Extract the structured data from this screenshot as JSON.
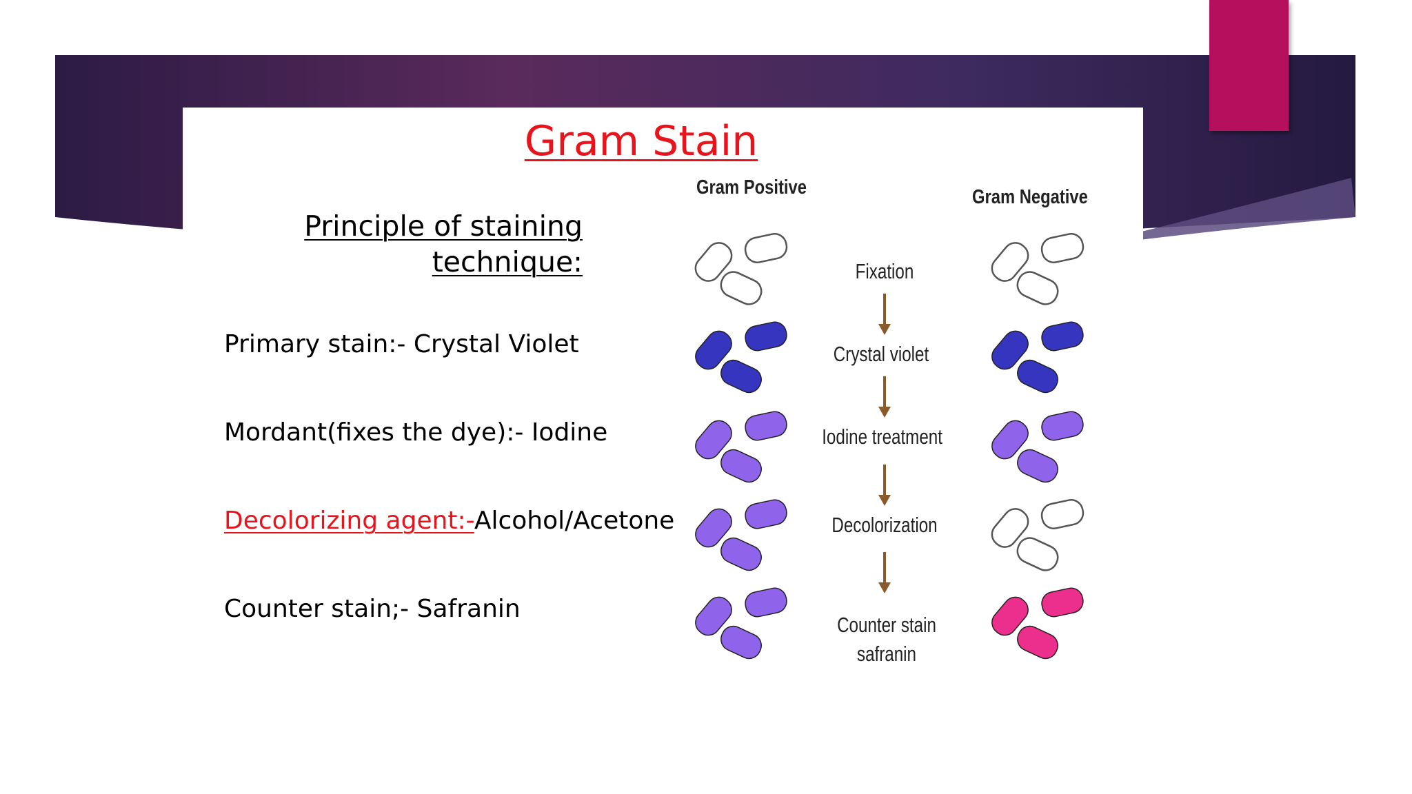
{
  "slide": {
    "title": "Gram Stain",
    "principle_heading_line1": "Principle of staining",
    "principle_heading_line2": "technique:",
    "title_color": "#e8141c",
    "accent_color": "#b5105e"
  },
  "steps": [
    {
      "label": "Primary stain:- ",
      "value": "Crystal Violet"
    },
    {
      "label": "Mordant(fixes the dye):- ",
      "value": "Iodine"
    },
    {
      "label": "Decolorizing agent:-",
      "value": "Alcohol/Acetone",
      "label_color": "#e8141c"
    },
    {
      "label": "Counter stain;- ",
      "value": "Safranin"
    }
  ],
  "diagram": {
    "column_positive": "Gram Positive",
    "column_negative": "Gram Negative",
    "processes": [
      {
        "label": "Fixation"
      },
      {
        "label": "Crystal violet"
      },
      {
        "label": "Iodine treatment"
      },
      {
        "label": "Decolorization"
      },
      {
        "label_line1": "Counter stain",
        "label_line2": "safranin"
      }
    ],
    "cell_colors": {
      "colorless": "#ffffff",
      "crystal_violet": "#3535c0",
      "iodine_purple": "#8f63ea",
      "safranin_pink": "#ec2f8c"
    },
    "positive_rows": [
      "colorless",
      "crystal_violet",
      "iodine_purple",
      "iodine_purple",
      "iodine_purple"
    ],
    "negative_rows": [
      "colorless",
      "crystal_violet",
      "iodine_purple",
      "colorless",
      "safranin_pink"
    ]
  }
}
